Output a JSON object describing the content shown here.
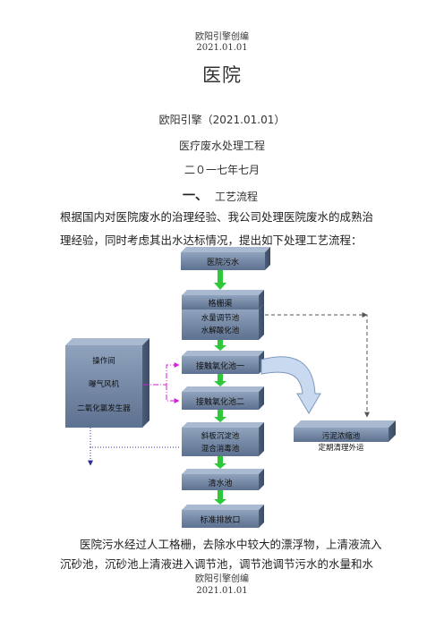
{
  "header": {
    "line1": "欧阳引擎创编",
    "line2": "2021.01.01"
  },
  "doc": {
    "title": "医院",
    "author": "欧阳引擎（2021.01.01）",
    "subtitle": "医疗废水处理工程",
    "date": "二０一七年七月",
    "section_num": "一、",
    "section_title": "工艺流程",
    "intro_1": "根据国内对医院废水的治理经验、我公司处理医院废水的成熟治",
    "intro_2": "理经验，同时考虑其出水达标情况，提出如下处理工艺流程：",
    "body_1": "医院污水经过人工格栅，去除水中较大的漂浮物，上清液流入",
    "body_2": "沉砂池，沉砂池上清液进入调节池，调节池调节污水的水量和水"
  },
  "diagram": {
    "nodes": {
      "n1": "医院污水",
      "n2": "格栅渠",
      "n3a": "水量调节池",
      "n3b": "水解酸化池",
      "n4": "接触氧化池一",
      "n5": "接触氧化池二",
      "n6a": "斜板沉淀池",
      "n6b": "混合消毒池",
      "n7": "清水池",
      "n8": "标准排放口",
      "s1": "操作间",
      "s2": "曝气风机",
      "s3": "二氧化氯发生器",
      "r1": "污泥浓缩池",
      "r2": "定期清理外运"
    }
  },
  "footer": {
    "line1": "欧阳引擎创编",
    "line2": "2021.01.01"
  }
}
